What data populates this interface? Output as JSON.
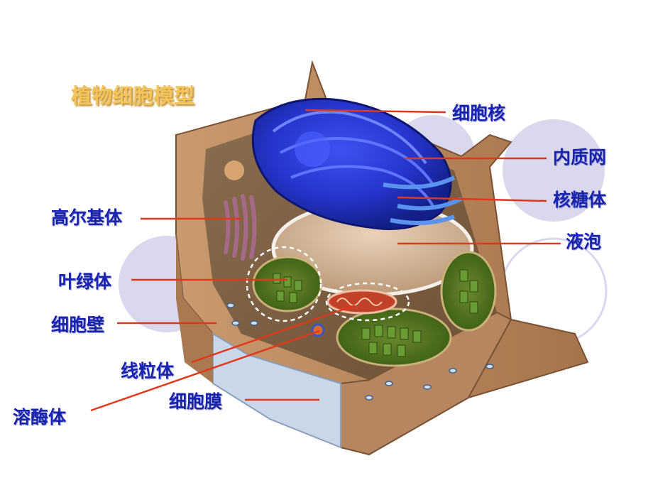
{
  "title": "植物细胞模型",
  "colors": {
    "label": "#1a22b0",
    "leader_line": "#e0381c",
    "title": "#f3c45a",
    "wall": "#b5865f",
    "nucleus": "#2b3bd6",
    "chloroplast": "#3f6b1d",
    "background_circles": "#d9d8ec"
  },
  "labels": {
    "nucleus": "细胞核",
    "er": "内质网",
    "ribosome": "核糖体",
    "golgi": "高尔基体",
    "vacuole": "液泡",
    "chloroplast": "叶绿体",
    "cell_wall": "细胞壁",
    "mitochondrion": "线粒体",
    "cell_membrane": "细胞膜",
    "lysosome": "溶酶体"
  }
}
